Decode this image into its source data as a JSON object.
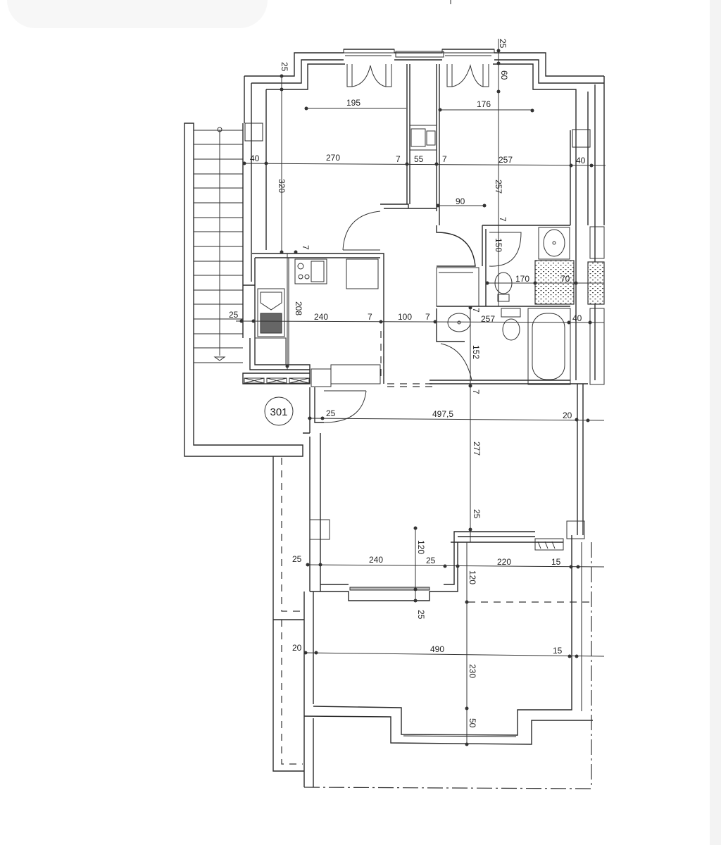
{
  "plan": {
    "unit_number": "301",
    "colors": {
      "line": "#2a2a2a",
      "background": "#ffffff",
      "edge_strip": "#f3f3f3"
    },
    "dimensions": {
      "top_wall_left": "25",
      "top_wall_right": "25",
      "top_right_depth": "60",
      "bay_left_width": "195",
      "bay_right_width": "176",
      "row1_wall_left": "40",
      "row1_room_left": "270",
      "row1_partition_a": "7",
      "row1_closet": "55",
      "row1_partition_b": "7",
      "row1_room_right": "257",
      "row1_wall_right": "40",
      "room_left_depth": "320",
      "room_right_depth": "257",
      "hall_offset": "90",
      "bath_partition_top": "7",
      "bath_door_depth": "150",
      "kitchen_partition": "7",
      "wc_width": "170",
      "shower_width": "70",
      "row2_wall_left": "25",
      "kitchen_depth": "208",
      "row2_kitchen": "240",
      "row2_partition_a": "7",
      "row2_hall": "100",
      "row2_partition_b": "7",
      "row2_bath": "257",
      "row2_wall_right": "40",
      "bath_partition_mid": "7",
      "bath_depth": "152",
      "living_partition": "7",
      "row3_wall_left": "25",
      "row3_living": "497,5",
      "row3_wall_right": "20",
      "living_depth": "277",
      "living_wall_bottom": "25",
      "row4_wall_left": "25",
      "row4_bay": "240",
      "bay_depth": "120",
      "row4_wall_mid": "25",
      "row4_room": "220",
      "row4_wall_right": "15",
      "lower_depth": "120",
      "bay_wall_bottom": "25",
      "row5_wall_left": "20",
      "row5_terrace": "490",
      "row5_wall_right": "15",
      "terrace_depth": "230",
      "terrace_step": "50"
    }
  }
}
